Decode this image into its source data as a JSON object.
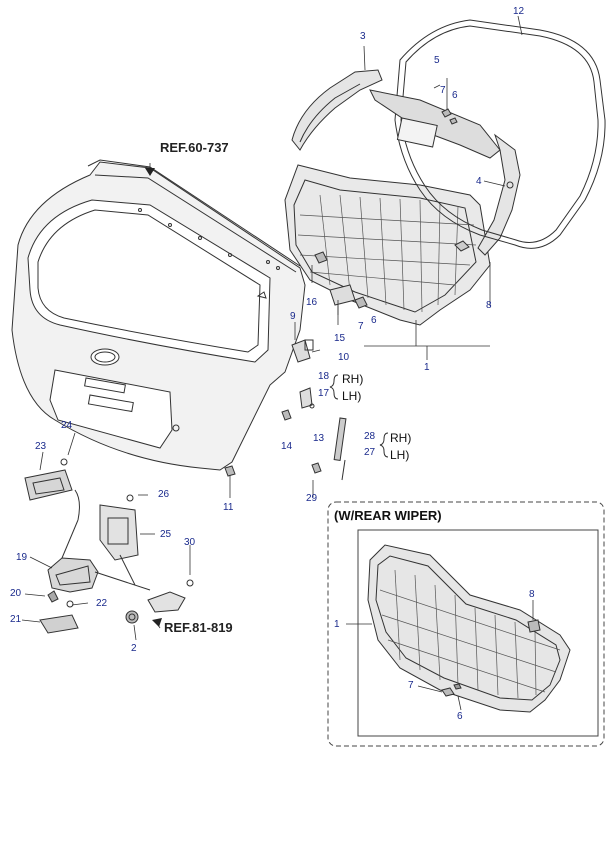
{
  "ref_labels": {
    "tailgate_ref": "REF.60-737",
    "latch_ref": "REF.81-819"
  },
  "side_labels": {
    "rh_18": "RH)",
    "lh_17": "LH)",
    "rh_28": "RH)",
    "lh_27": "LH)"
  },
  "inset": {
    "title": "(W/REAR WIPER)"
  },
  "callouts": {
    "c1": "1",
    "c2": "2",
    "c3": "3",
    "c4": "4",
    "c5": "5",
    "c6": "6",
    "c7": "7",
    "c7b": "7",
    "c6b": "6",
    "c8": "8",
    "c9": "9",
    "c10": "10",
    "c11": "11",
    "c12": "12",
    "c13": "13",
    "c14": "14",
    "c15": "15",
    "c16": "16",
    "c17": "17",
    "c18": "18",
    "c19": "19",
    "c20": "20",
    "c21": "21",
    "c22": "22",
    "c23": "23",
    "c24": "24",
    "c25": "25",
    "c26": "26",
    "c27": "27",
    "c28": "28",
    "c29": "29",
    "c30": "30",
    "in_c1": "1",
    "in_c7": "7",
    "in_c6": "6",
    "in_c8": "8"
  },
  "colors": {
    "callout_text": "#1a2a8c",
    "line": "#333333",
    "fill_light": "#ececec",
    "fill_mid": "#cfcfcf"
  }
}
